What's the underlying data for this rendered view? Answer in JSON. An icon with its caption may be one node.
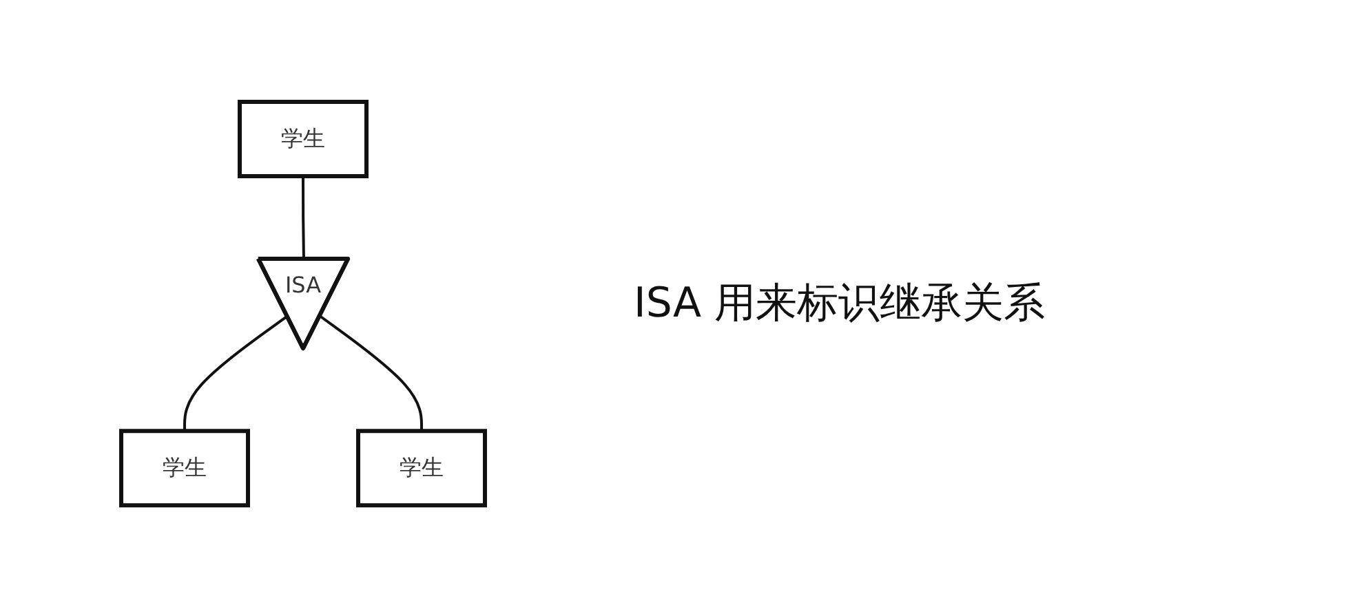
{
  "diagram": {
    "nodes": [
      {
        "text": [
          "学生"
        ]
      },
      {
        "text": [
          "ISA"
        ]
      },
      {
        "text": [
          "学生"
        ]
      },
      {
        "text": [
          "学生"
        ]
      }
    ],
    "edges": [
      {
        "from": 0,
        "to": 1,
        "arrow": "none"
      },
      {
        "from": 1,
        "to": 2,
        "arrow": "none"
      },
      {
        "from": 1,
        "to": 3,
        "arrow": "none"
      }
    ],
    "labels": [
      "ISA 用来标识继承关系"
    ]
  }
}
